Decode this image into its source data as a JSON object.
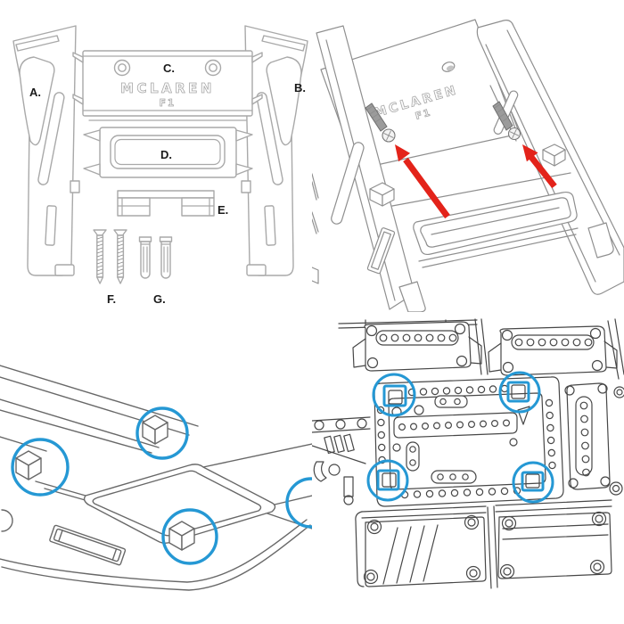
{
  "colors": {
    "background": "#ffffff",
    "highlight_blue": "#2598D4",
    "arrow_red": "#E3231A",
    "label_ink": "#1a1a1a",
    "part_line": "#a9a9a9",
    "assembly_line": "#8f8f8f",
    "closeup_line": "#686868",
    "lego_line": "#474747",
    "screw_fill": "#9b9b9b"
  },
  "parts_panel": {
    "labels": {
      "a": "A.",
      "b": "B.",
      "c": "C.",
      "d": "D.",
      "e": "E.",
      "f": "F.",
      "g": "G."
    },
    "logo": {
      "line1": "MCLAREN",
      "line2": "F1"
    }
  },
  "assembly_panel": {
    "logo": {
      "line1": "MCLAREN",
      "line2": "F1"
    }
  }
}
